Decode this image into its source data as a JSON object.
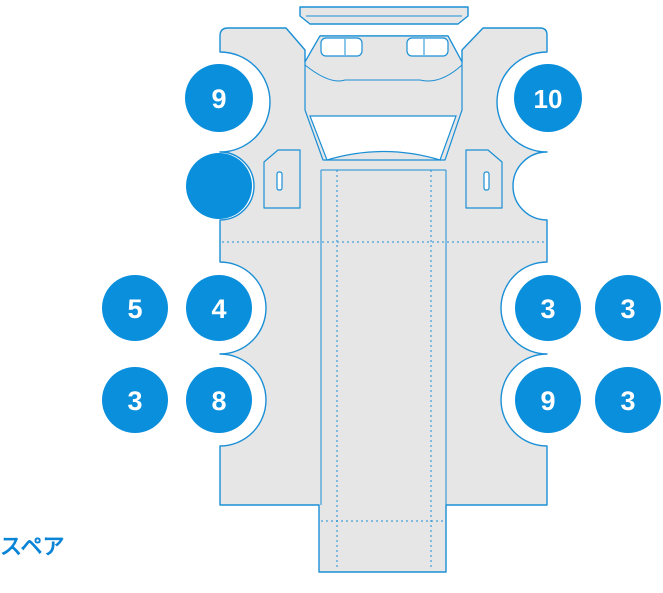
{
  "colors": {
    "badge_fill": "#0a8fdc",
    "part_fill": "#e6e6e6",
    "part_stroke": "#1a8fd6",
    "label_color": "#0a84d6"
  },
  "badges": [
    {
      "id": "left-top",
      "label": "9"
    },
    {
      "id": "left-upper-blank",
      "label": ""
    },
    {
      "id": "left-mid-inner",
      "label": "4"
    },
    {
      "id": "left-mid-outer",
      "label": "5"
    },
    {
      "id": "left-low-inner",
      "label": "8"
    },
    {
      "id": "left-low-outer",
      "label": "3"
    },
    {
      "id": "right-top",
      "label": "10"
    },
    {
      "id": "right-mid-inner",
      "label": "3"
    },
    {
      "id": "right-mid-outer",
      "label": "3"
    },
    {
      "id": "right-low-inner",
      "label": "9"
    },
    {
      "id": "right-low-outer",
      "label": "3"
    }
  ],
  "spare_label": "スペア"
}
